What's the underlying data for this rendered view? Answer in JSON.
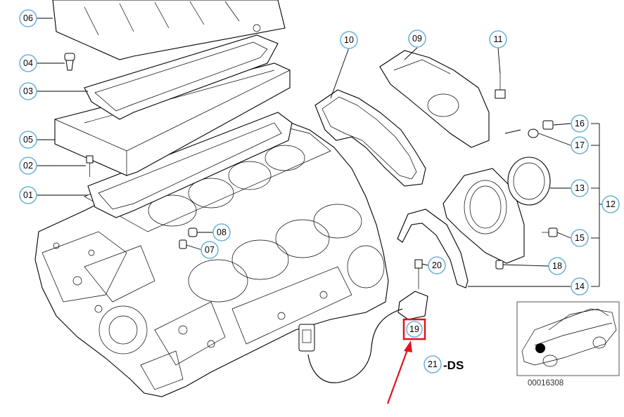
{
  "diagram": {
    "callouts": [
      {
        "id": "c01",
        "label": "01"
      },
      {
        "id": "c02",
        "label": "02"
      },
      {
        "id": "c03",
        "label": "03"
      },
      {
        "id": "c04",
        "label": "04"
      },
      {
        "id": "c05",
        "label": "05"
      },
      {
        "id": "c06",
        "label": "06"
      },
      {
        "id": "c07",
        "label": "07"
      },
      {
        "id": "c08",
        "label": "08"
      },
      {
        "id": "c09",
        "label": "09"
      },
      {
        "id": "c10",
        "label": "10"
      },
      {
        "id": "c11",
        "label": "11"
      },
      {
        "id": "c12",
        "label": "12"
      },
      {
        "id": "c13",
        "label": "13"
      },
      {
        "id": "c14",
        "label": "14"
      },
      {
        "id": "c15",
        "label": "15"
      },
      {
        "id": "c16",
        "label": "16"
      },
      {
        "id": "c17",
        "label": "17"
      },
      {
        "id": "c18",
        "label": "18"
      },
      {
        "id": "c19",
        "label": "19"
      },
      {
        "id": "c20",
        "label": "20"
      },
      {
        "id": "c21",
        "label": "21"
      }
    ],
    "ds_suffix": "-DS",
    "reference_number": "00016308",
    "highlight_color": "#e0141e",
    "callout_ring_color": "#6fb4d9"
  }
}
